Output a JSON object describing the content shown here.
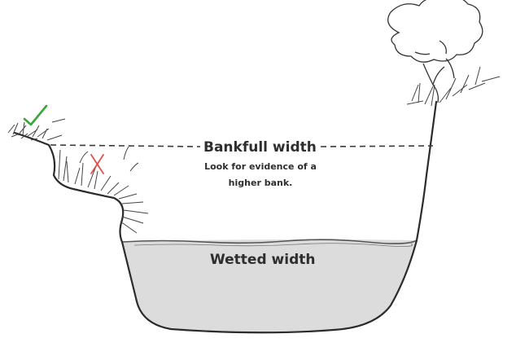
{
  "labels": {
    "bankfull_width": "Bankfull width",
    "bankfull_note": "Look for evidence of a higher bank.",
    "wetted_width": "Wetted width"
  },
  "colors": {
    "water": "#dcdcdc",
    "ink": "#333333",
    "check": "#3aa63a",
    "cross": "#d9534f"
  },
  "icons": [
    "check-mark-icon",
    "cross-mark-icon",
    "tree-icon",
    "grass-tuft-icon"
  ]
}
